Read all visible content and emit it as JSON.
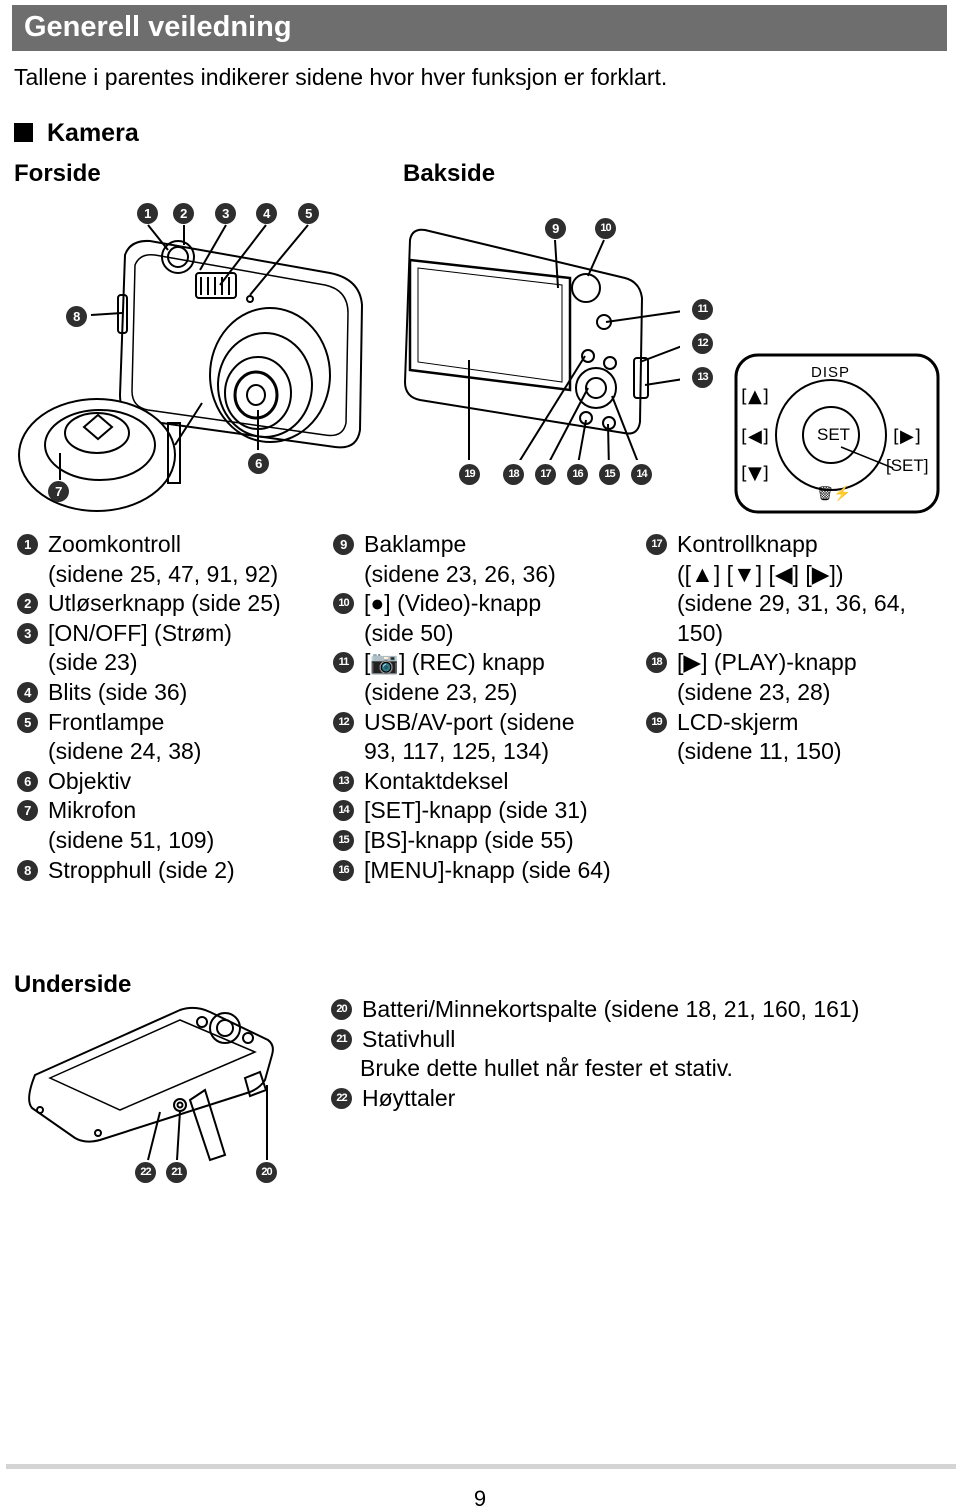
{
  "header": {
    "title": "Generell veiledning"
  },
  "intro": "Tallene i parentes indikerer sidene hvor hver funksjon er forklart.",
  "section": {
    "title": "Kamera"
  },
  "views": {
    "front": "Forside",
    "back": "Bakside",
    "bottom": "Underside"
  },
  "callouts": {
    "n1": "1",
    "n2": "2",
    "n3": "3",
    "n4": "4",
    "n5": "5",
    "n6": "6",
    "n7": "7",
    "n8": "8",
    "n9": "9",
    "n10": "10",
    "n11": "11",
    "n12": "12",
    "n13": "13",
    "n14": "14",
    "n15": "15",
    "n16": "16",
    "n17": "17",
    "n18": "18",
    "n19": "19",
    "n20": "20",
    "n21": "21",
    "n22": "22"
  },
  "control_panel": {
    "disp": "DISP",
    "up": "[▲]",
    "left": "[◀]",
    "down": "[▼]",
    "set": "SET",
    "right": "[▶]",
    "set_label": "[SET]",
    "bottom_icons": "🗑⚡"
  },
  "legend_col1": [
    {
      "num": "1",
      "text": "Zoomkontroll",
      "cont": "(sidene 25, 47, 91, 92)"
    },
    {
      "num": "2",
      "text": "Utløserknapp (side 25)"
    },
    {
      "num": "3",
      "text": "[ON/OFF] (Strøm)",
      "cont": "(side 23)"
    },
    {
      "num": "4",
      "text": "Blits (side 36)"
    },
    {
      "num": "5",
      "text": "Frontlampe",
      "cont": "(sidene 24, 38)"
    },
    {
      "num": "6",
      "text": "Objektiv"
    },
    {
      "num": "7",
      "text": "Mikrofon",
      "cont": "(sidene 51, 109)"
    },
    {
      "num": "8",
      "text": "Stropphull (side 2)"
    }
  ],
  "legend_col2": [
    {
      "num": "9",
      "text": "Baklampe",
      "cont": "(sidene 23, 26, 36)"
    },
    {
      "num": "10",
      "text": "[●] (Video)-knapp",
      "cont": "(side 50)"
    },
    {
      "num": "11",
      "text": "[📷] (REC) knapp",
      "cont": "(sidene 23, 25)"
    },
    {
      "num": "12",
      "text": "USB/AV-port (sidene",
      "cont": "93, 117, 125, 134)"
    },
    {
      "num": "13",
      "text": "Kontaktdeksel"
    },
    {
      "num": "14",
      "text": "[SET]-knapp (side 31)"
    },
    {
      "num": "15",
      "text": "[BS]-knapp (side 55)"
    },
    {
      "num": "16",
      "text": "[MENU]-knapp (side 64)"
    }
  ],
  "legend_col3": [
    {
      "num": "17",
      "text": "Kontrollknapp",
      "cont": "([▲] [▼] [◀] [▶])",
      "cont2": "(sidene 29, 31, 36, 64,",
      "cont3": "150)"
    },
    {
      "num": "18",
      "text": "[▶] (PLAY)-knapp",
      "cont": "(sidene 23, 28)"
    },
    {
      "num": "19",
      "text": "LCD-skjerm",
      "cont": "(sidene 11, 150)"
    }
  ],
  "legend_bottom": [
    {
      "num": "20",
      "text": "Batteri/Minnekortspalte (sidene 18, 21, 160, 161)"
    },
    {
      "num": "21",
      "text": "Stativhull",
      "cont": "Bruke dette hullet når fester et stativ."
    },
    {
      "num": "22",
      "text": "Høyttaler"
    }
  ],
  "page_number": "9"
}
